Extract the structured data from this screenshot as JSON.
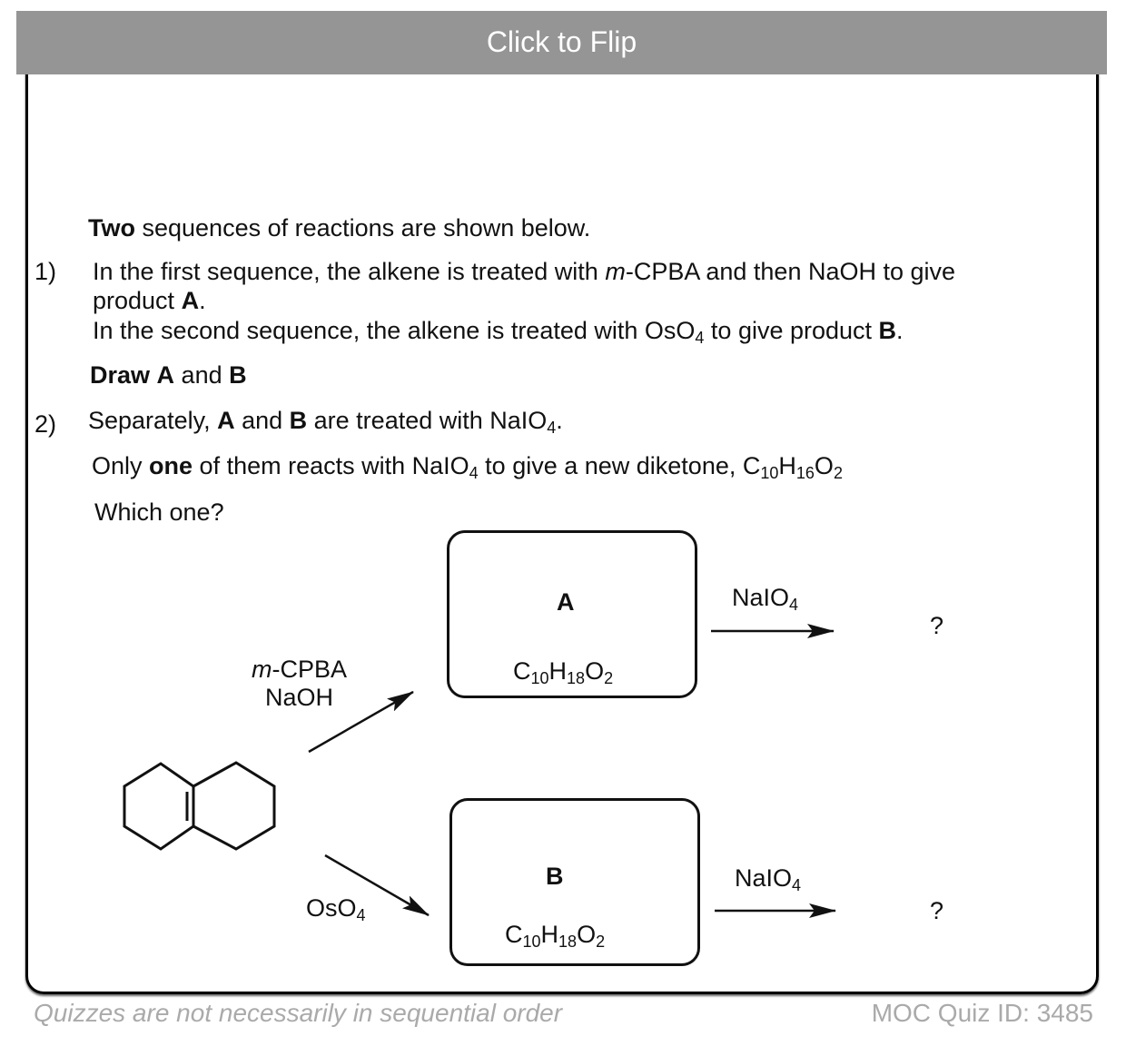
{
  "header": {
    "label": "Click to Flip"
  },
  "question": {
    "intro_bold": "Two",
    "intro_rest": " sequences of reactions are shown below.",
    "n1": "1)",
    "l1a": "In the first sequence, the alkene is treated with ",
    "mcpba_italic": "m",
    "l1b": "-CPBA and then NaOH to give",
    "l1c": "product ",
    "A": "A",
    "dot": ".",
    "l2a": "In the second sequence, the alkene is treated with OsO",
    "sub4": "4",
    "l2b": " to give product ",
    "B": "B",
    "draw": "Draw",
    "and": " and ",
    "n2": "2)",
    "s1": "Separately, ",
    "s2": " are treated with NaIO",
    "o1": "Only ",
    "one": "one",
    "o2": " of them reacts with NaIO",
    "o3": " to give a new diketone, C",
    "sub10": "10",
    "H": "H",
    "sub16": "16",
    "O": "O",
    "sub2": "2",
    "which": "Which one?"
  },
  "scheme": {
    "reagent1_italic": "m",
    "reagent1_rest": "-CPBA",
    "reagent1b": "NaOH",
    "reagent2": "OsO",
    "reagent2_sub": "4",
    "boxA_label": "A",
    "boxB_label": "B",
    "formula": {
      "C": "C",
      "c_sub": "10",
      "H": "H",
      "h_sub": "18",
      "O": "O",
      "o_sub": "2"
    },
    "naio4": "NaIO",
    "naio4_sub": "4",
    "unknown": "?"
  },
  "footer": {
    "left": "Quizzes are not necessarily in sequential order",
    "right": "MOC Quiz ID: 3485"
  }
}
